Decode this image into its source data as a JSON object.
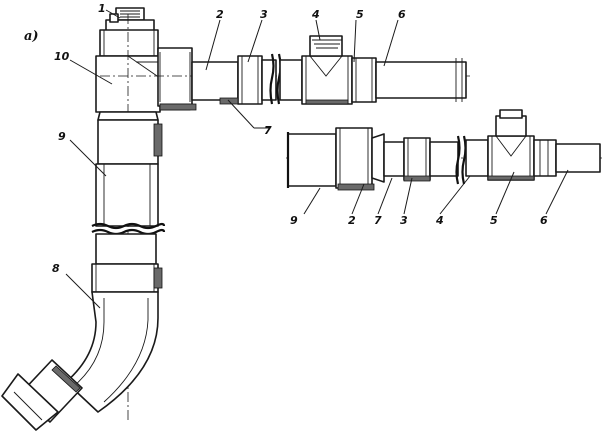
{
  "panel_label": "a)",
  "main_view_callouts": {
    "c1": "1",
    "c2": "2",
    "c3": "3",
    "c4": "4",
    "c5": "5",
    "c6": "6",
    "c7": "7",
    "c8": "8",
    "c9": "9",
    "c10": "10"
  },
  "detail_view_callouts": {
    "c9": "9",
    "c2": "2",
    "c7": "7",
    "c3": "3",
    "c4": "4",
    "c5": "5",
    "c6": "6"
  }
}
